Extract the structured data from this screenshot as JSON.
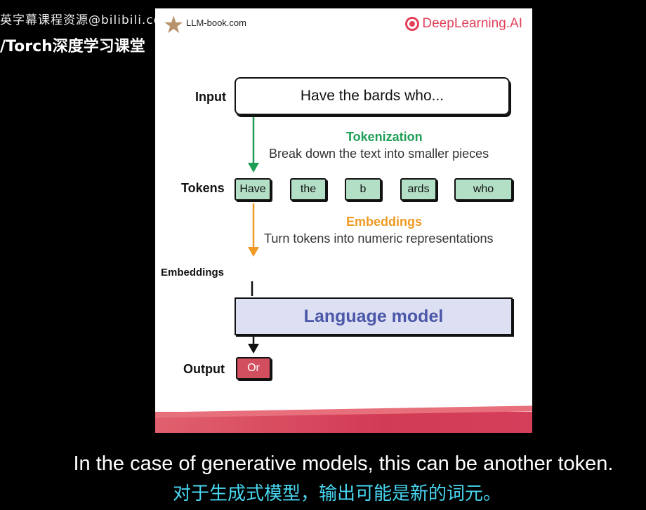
{
  "watermark": {
    "top_text": "英字幕课程资源@bilibili.com",
    "course": "/Torch深度学习课堂",
    "bili": "bilibili"
  },
  "slide": {
    "site": "LLM-book.com",
    "brand": "DeepLearning.AI",
    "labels": {
      "input": "Input",
      "tokens": "Tokens",
      "embeddings": "Embeddings",
      "output": "Output"
    },
    "input_text": "Have the bards who...",
    "tokenization": {
      "title": "Tokenization",
      "desc": "Break down the text into smaller pieces",
      "color": "#1f9e55"
    },
    "tokens": [
      "Have",
      "the",
      "b",
      "ards",
      "who"
    ],
    "embeddings_step": {
      "title": "Embeddings",
      "desc": "Turn tokens into numeric representations",
      "color": "#ef9a24"
    },
    "language_model": "Language model",
    "output_token": "Or"
  },
  "subtitles": {
    "en": "In the case of generative models, this can be another token.",
    "zh": "对于生成式模型，输出可能是新的词元。"
  }
}
